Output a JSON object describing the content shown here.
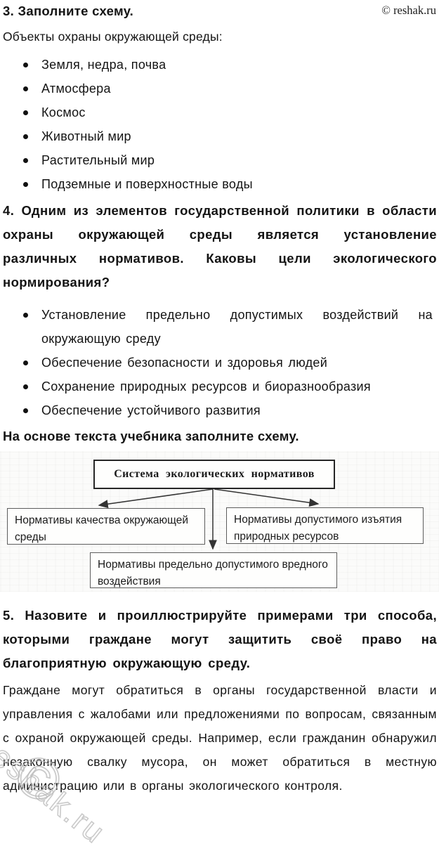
{
  "header": {
    "question3_title": "3. Заполните схему.",
    "copyright": "© reshak.ru"
  },
  "section3": {
    "intro": "Объекты охраны окружающей среды:",
    "bullets": [
      "Земля, недра, почва",
      "Атмосфера",
      "Космос",
      "Животный мир",
      "Растительный мир",
      "Подземные и поверхностные воды"
    ]
  },
  "section4": {
    "question": "4. Одним из элементов государственной политики в области охраны окружающей среды является установление различных нормативов. Каковы цели экологического нормирования?",
    "bullets": [
      "Установление предельно допустимых воздействий на окружающую среду",
      "Обеспечение безопасности и здоровья людей",
      "Сохранение природных ресурсов и биоразнообразия",
      "Обеспечение устойчивого развития"
    ],
    "scheme_instruction": "На основе текста учебника заполните схему."
  },
  "diagram": {
    "root": "Система экологических нормативов",
    "child_left": "Нормативы качества окружающей среды",
    "child_right": "Нормативы допустимого изъятия природных ресурсов",
    "child_bottom": "Нормативы предельно допустимого вредного воздействия"
  },
  "section5": {
    "question": "5. Назовите и проиллюстрируйте примерами три способа, которыми граждане могут защитить своё право на благоприятную окружающую среду.",
    "answer": "Граждане могут обратиться в органы государственной власти и управления с жалобами или предложениями по вопросам, связанным с охраной окружающей среды. Например, если гражданин обнаружил незаконную свалку мусора, он может обратиться в местную администрацию или в органы экологического контроля."
  },
  "watermark": {
    "text": "reshak.ru",
    "symbol": "©"
  },
  "colors": {
    "text": "#141414",
    "scan_background": "#fbfbfa",
    "box_border": "#5d5d5d",
    "root_box_border": "#262626",
    "arrow": "#333333",
    "watermark": "#b9b9b9"
  }
}
